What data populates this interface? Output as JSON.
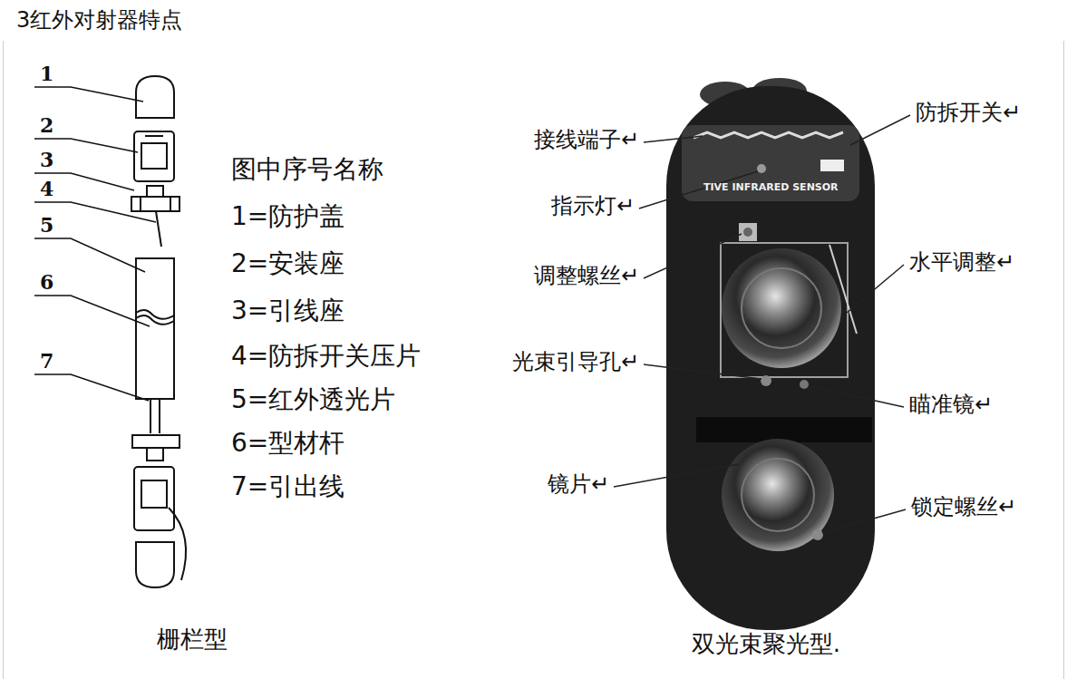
{
  "diagram": {
    "title": "3红外对射器特点",
    "labels": [
      "1",
      "2",
      "3",
      "4",
      "5",
      "6",
      "7",
      "图中序号名称",
      "1=防护盖",
      "2=安装座",
      "3=引线座",
      "4=防拆开关压片",
      "5=红外透光片",
      "6=型材杆",
      "7=引出线",
      "接线端子↵",
      "防拆开关↵",
      "指示灯↵",
      "TIVE INFRARED SENSOR",
      "调整螺丝↵",
      "水平调整↵",
      "光束引导孔↵",
      "瞄准镜↵",
      "镜片↵",
      "锁定螺丝↵",
      "栅栏型",
      "双光束聚光型."
    ]
  }
}
